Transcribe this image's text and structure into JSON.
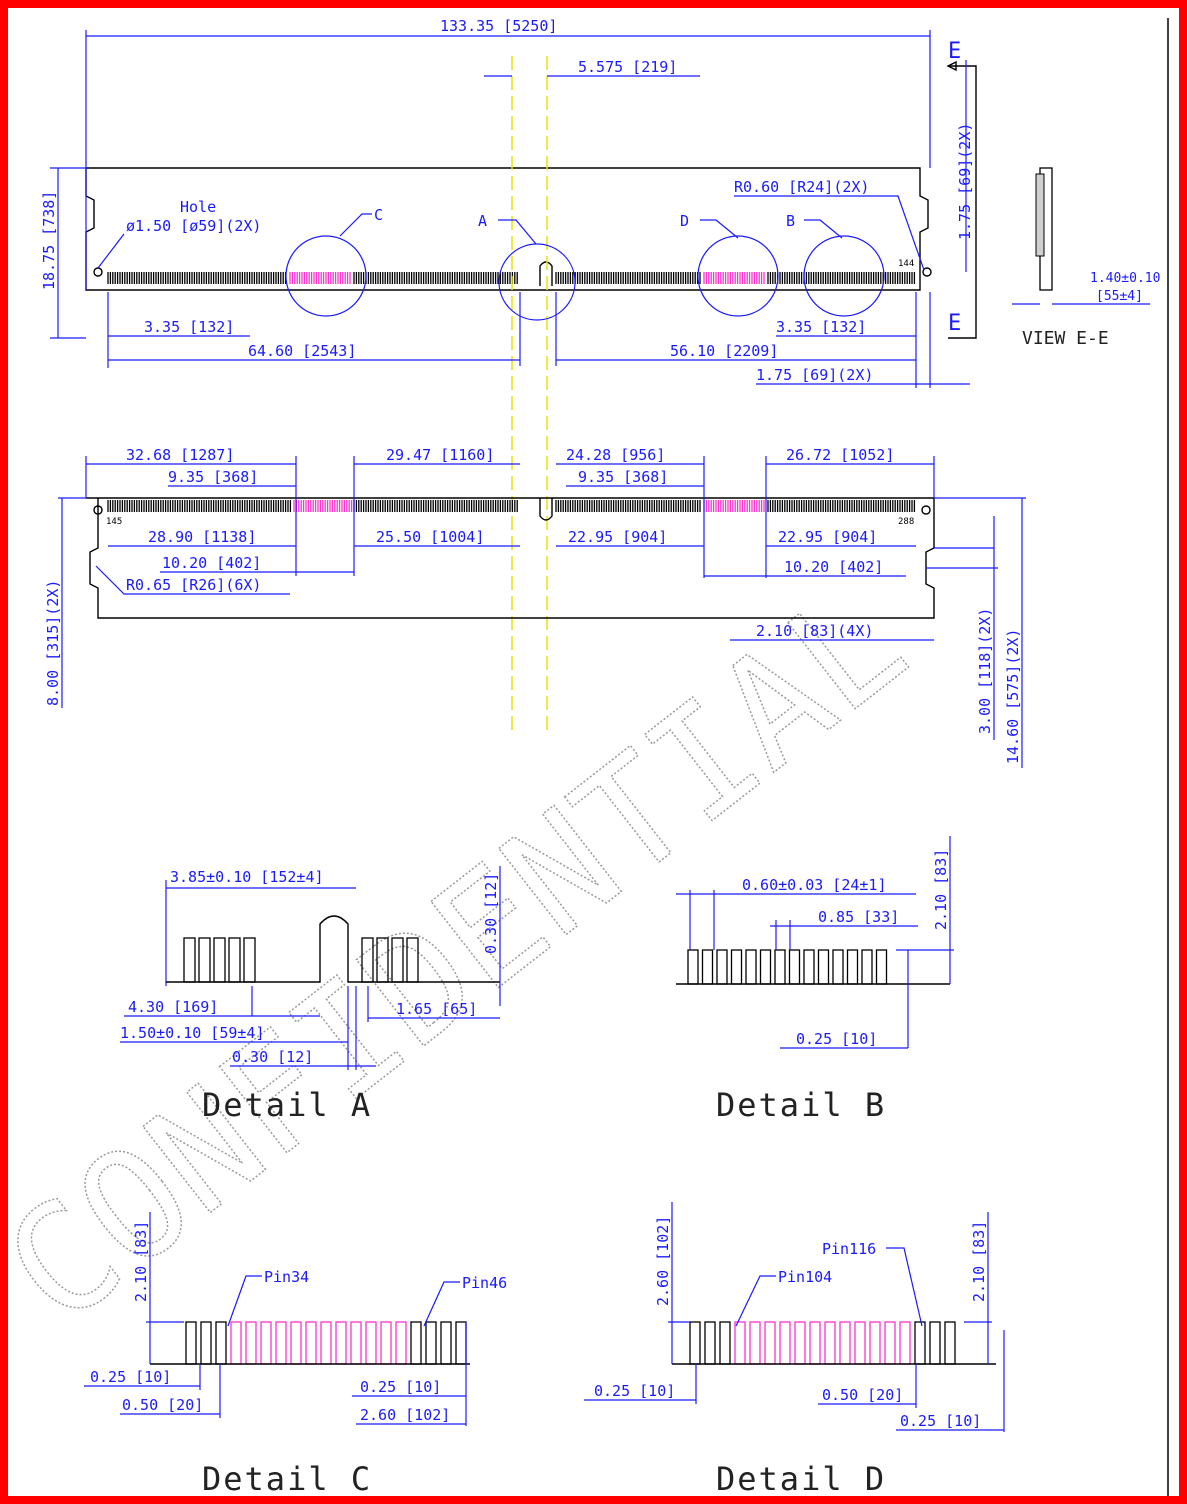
{
  "watermark": "CONFIDENTIAL",
  "top_view": {
    "dims": {
      "overall": "133.35 [5250]",
      "notch_gap": "5.575 [219]",
      "edge_r_v": "1.75 [69](2X)",
      "card_height": "18.75 [738]",
      "hole_label": "Hole",
      "hole_dia": "ø1.50 [ø59](2X)",
      "corner_r": "R0.60 [R24](2X)",
      "left_margin": "3.35 [132]",
      "left_seg": "64.60 [2543]",
      "right_margin": "3.35 [132]",
      "right_seg": "56.10 [2209]",
      "edge_r_h": "1.75 [69](2X)",
      "thickness": "1.40±0.10",
      "thickness_mil": "[55±4]"
    },
    "callouts": {
      "c": "C",
      "a": "A",
      "d": "D",
      "b": "B",
      "e_top": "E",
      "e_bot": "E"
    },
    "pin_marks": {
      "top_right": "144"
    },
    "view_label": "VIEW E-E"
  },
  "back_view": {
    "dims": {
      "d1": "32.68 [1287]",
      "d2": "9.35 [368]",
      "d3": "29.47 [1160]",
      "d4": "24.28 [956]",
      "d5": "9.35 [368]",
      "d6": "26.72 [1052]",
      "d7": "28.90 [1138]",
      "d8": "25.50 [1004]",
      "d9": "22.95 [904]",
      "d10": "22.95 [904]",
      "d11": "10.20 [402]",
      "d12": "10.20 [402]",
      "d13": "R0.65 [R26](6X)",
      "d14": "2.10 [83](4X)",
      "d15": "8.00 [315](2X)",
      "d16": "3.00 [118](2X)",
      "d17": "14.60 [575](2X)"
    },
    "pin_marks": {
      "left": "145",
      "right": "288"
    }
  },
  "detail_a": {
    "title": "Detail A",
    "dims": {
      "a1": "3.85±0.10 [152±4]",
      "a2": "0.30 [12]",
      "a3": "4.30 [169]",
      "a4": "1.65 [65]",
      "a5": "1.50±0.10 [59±4]",
      "a6": "0.30 [12]"
    }
  },
  "detail_b": {
    "title": "Detail B",
    "dims": {
      "b1": "0.60±0.03 [24±1]",
      "b2": "2.10 [83]",
      "b3": "0.85 [33]",
      "b4": "0.25 [10]"
    }
  },
  "detail_c": {
    "title": "Detail C",
    "pins": {
      "p1": "Pin34",
      "p2": "Pin46"
    },
    "dims": {
      "c1": "2.10 [83]",
      "c2": "0.25 [10]",
      "c3": "0.50 [20]",
      "c4": "0.25 [10]",
      "c5": "2.60 [102]"
    }
  },
  "detail_d": {
    "title": "Detail D",
    "pins": {
      "p1": "Pin104",
      "p2": "Pin116"
    },
    "dims": {
      "d1": "2.60 [102]",
      "d2": "2.10 [83]",
      "d3": "0.25 [10]",
      "d4": "0.50 [20]",
      "d5": "0.25 [10]"
    }
  },
  "colors": {
    "frame": "#ff0000",
    "dimension": "#1a1aff",
    "centerline": "#e6e600",
    "highlight": "#ff33cc",
    "outline": "#000000"
  }
}
